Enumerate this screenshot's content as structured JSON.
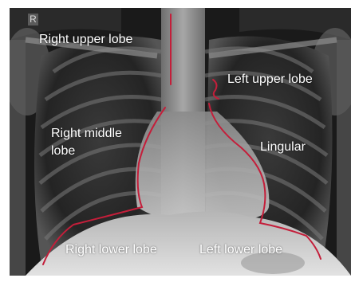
{
  "image": {
    "side_marker": "R",
    "annotation_color": "#c41e3a",
    "labels": {
      "right_upper_lobe": "Right upper lobe",
      "left_upper_lobe": "Left upper lobe",
      "right_middle_lobe_line1": "Right middle",
      "right_middle_lobe_line2": "lobe",
      "lingular": "Lingular",
      "right_lower_lobe": "Right lower lobe",
      "left_lower_lobe": "Left lower lobe"
    }
  }
}
